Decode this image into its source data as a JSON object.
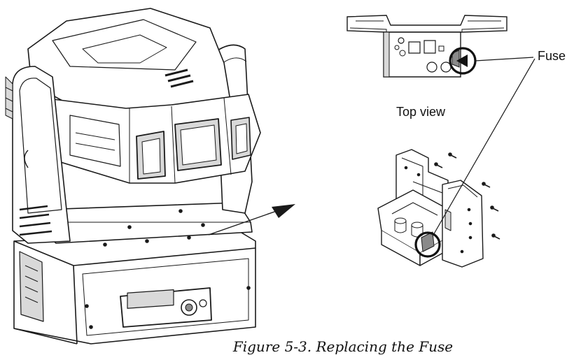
{
  "labels": {
    "fuse": "Fuse",
    "top_view": "Top view",
    "caption": "Figure 5-3. Replacing the Fuse"
  },
  "colors": {
    "line": "#1a1a1a",
    "fill_light": "#ffffff",
    "fill_mid": "#d9d9d9",
    "fill_dark": "#8a8a8a"
  }
}
